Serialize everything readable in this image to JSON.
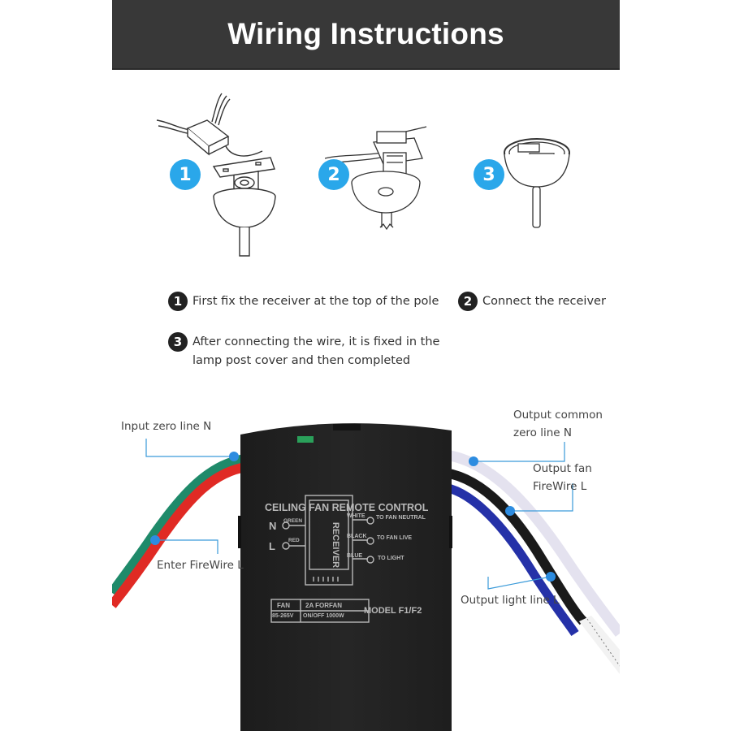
{
  "header": {
    "title": "Wiring Instructions"
  },
  "steps": [
    {
      "number": "1",
      "text": "First fix the receiver at the top of the pole"
    },
    {
      "number": "2",
      "text": "Connect the receiver"
    },
    {
      "number": "3",
      "text_line1": "After connecting the wire, it is fixed in the",
      "text_line2": "lamp post cover and then completed"
    }
  ],
  "wire_labels": {
    "input_neutral": "Input zero line N",
    "input_live": "Enter FireWire L",
    "output_neutral_line1": "Output common",
    "output_neutral_line2": "zero line N",
    "output_fan_line1": "Output fan",
    "output_fan_line2": "FireWire L",
    "output_light": "Output light line L"
  },
  "receiver_box": {
    "title": "CEILING FAN REMOTE CONTROL",
    "module_label": "RECEIVER",
    "inputs": [
      {
        "terminal": "N",
        "wire": "GREEN"
      },
      {
        "terminal": "L",
        "wire": "RED"
      }
    ],
    "outputs": [
      {
        "wire": "WHITE",
        "dest": "TO FAN NEUTRAL"
      },
      {
        "wire": "BLACK",
        "dest": "TO FAN LIVE"
      },
      {
        "wire": "BLUE",
        "dest": "TO LIGHT"
      }
    ],
    "spec_table": {
      "r1c1": "FAN",
      "r1c2": "2A FORFAN",
      "r2c1": "85-265V",
      "r2c2": "ON/OFF 1000W"
    },
    "model": "MODEL F1/F2"
  },
  "colors": {
    "header_bg": "#383838",
    "badge_blue": "#2aa7ea",
    "callout": "#3a9ad9",
    "wire_green": "#1f8a6a",
    "wire_red": "#e02a24",
    "wire_white": "#e4e2ef",
    "wire_black": "#1a1a1a",
    "wire_blue": "#2531a8",
    "box": "#242424"
  }
}
